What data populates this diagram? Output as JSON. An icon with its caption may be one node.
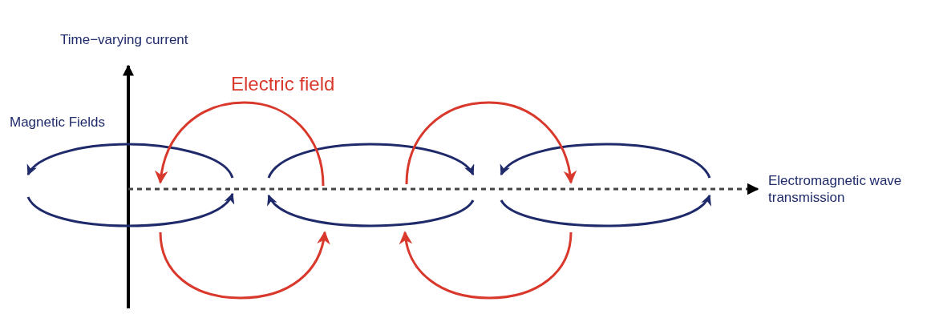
{
  "diagram": {
    "labels": [
      "Time−varying current",
      "Electric field",
      "Magnetic Fields",
      "Electromagnetic wave transmission"
    ]
  }
}
